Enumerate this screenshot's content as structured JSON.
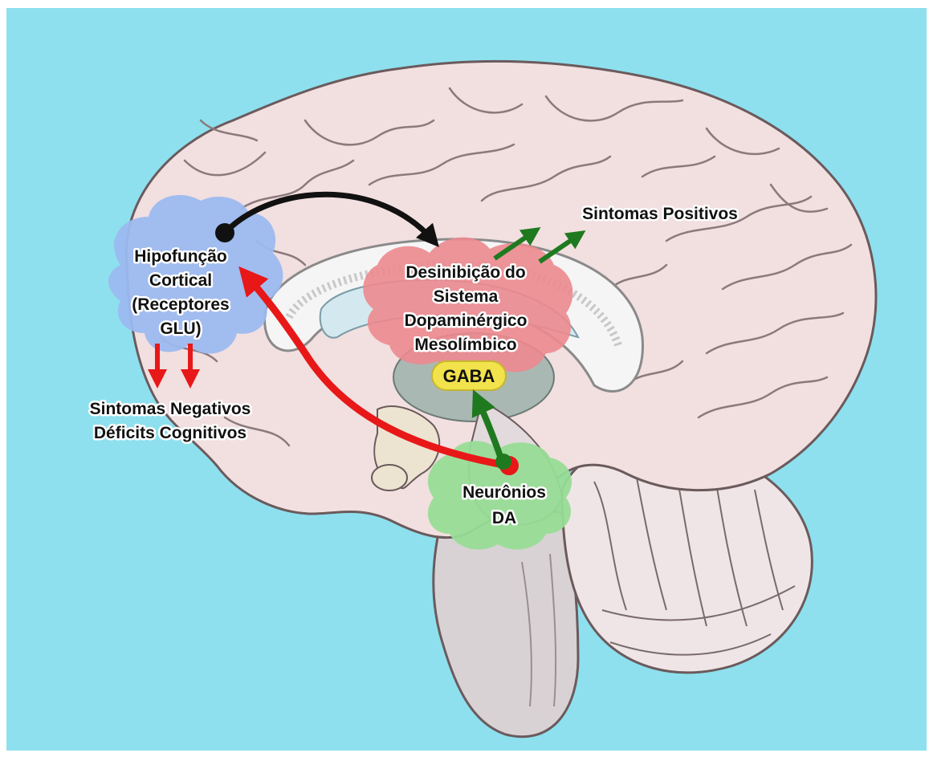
{
  "labels": {
    "cortical_1": "Hipofunção",
    "cortical_2": "Cortical",
    "cortical_3": "(Receptores",
    "cortical_4": "GLU)",
    "disinhibition_1": "Desinibição do",
    "disinhibition_2": "Sistema",
    "disinhibition_3": "Dopaminérgico",
    "disinhibition_4": "Mesolímbico",
    "gaba": "GABA",
    "positive_symptoms": "Sintomas Positivos",
    "negative_1": "Sintomas Negativos",
    "negative_2": "Déficits Cognitivos",
    "da_1": "Neurônios",
    "da_2": "DA"
  },
  "colors": {
    "background": "#8ee0ee",
    "brain": "#f2dfe0",
    "brain_outline": "#6b5a5c",
    "cortical_region": "#9cb9ef",
    "disinhibition_region": "#ec8a8f",
    "gaba_badge": "#f2e24c",
    "da_region": "#98dc96",
    "arrow_black": "#111111",
    "arrow_red": "#e81818",
    "arrow_green": "#1f7a1f"
  }
}
